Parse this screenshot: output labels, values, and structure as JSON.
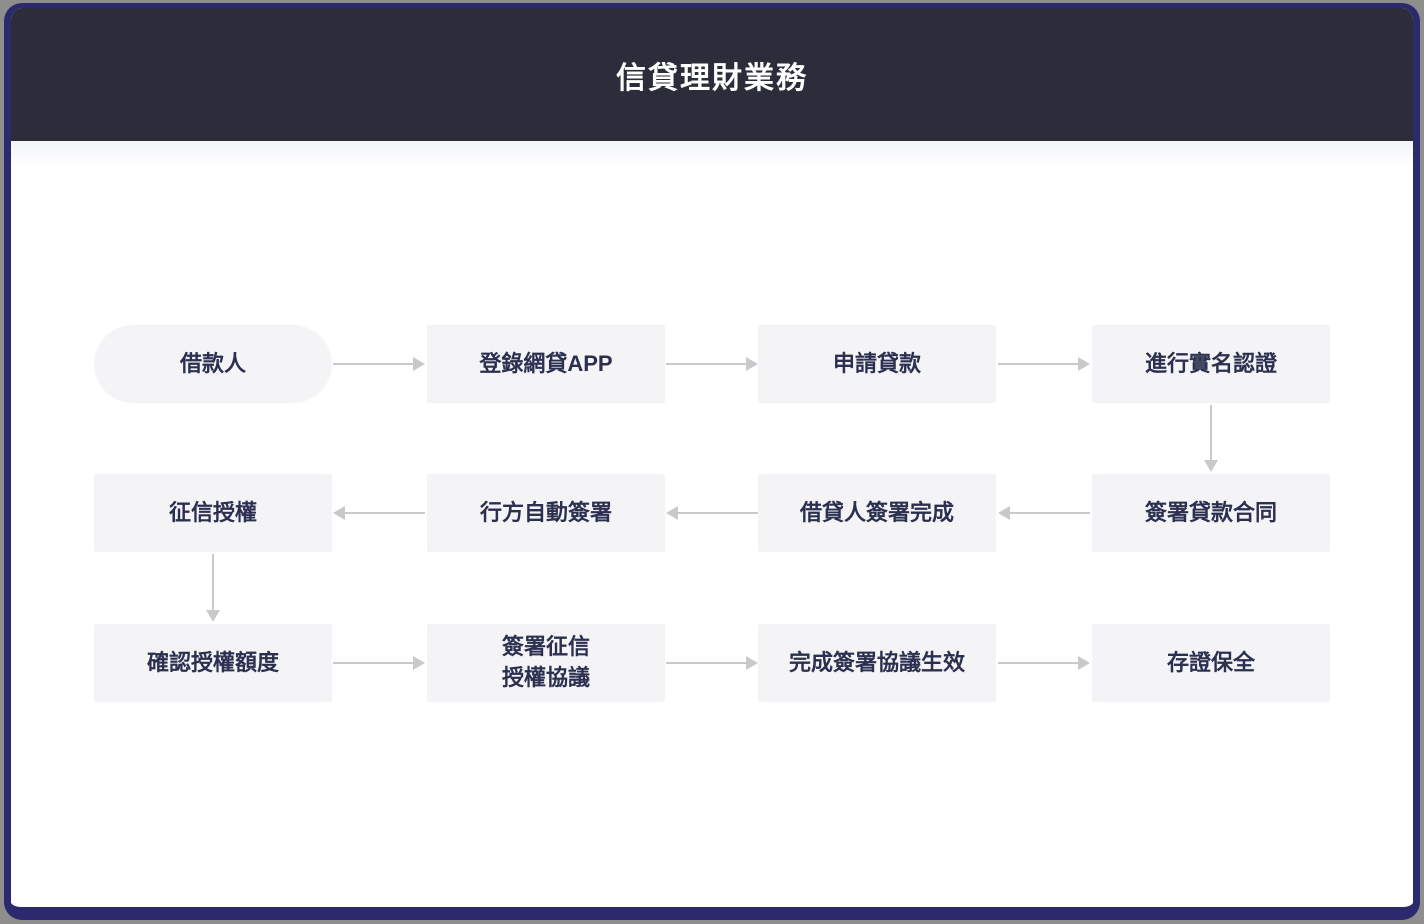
{
  "header": {
    "title": "信貸理財業務"
  },
  "flow": {
    "nodes": [
      {
        "id": "borrower",
        "label": "借款人",
        "shape": "pill"
      },
      {
        "id": "login-app",
        "label": "登錄網貸APP",
        "shape": "rect"
      },
      {
        "id": "apply-loan",
        "label": "申請貸款",
        "shape": "rect"
      },
      {
        "id": "real-name-auth",
        "label": "進行實名認證",
        "shape": "rect"
      },
      {
        "id": "sign-loan-contract",
        "label": "簽署貸款合同",
        "shape": "rect"
      },
      {
        "id": "borrower-sign-complete",
        "label": "借貸人簽署完成",
        "shape": "rect"
      },
      {
        "id": "bank-auto-sign",
        "label": "行方自動簽署",
        "shape": "rect"
      },
      {
        "id": "credit-auth",
        "label": "征信授權",
        "shape": "rect"
      },
      {
        "id": "confirm-credit-limit",
        "label": "確認授權額度",
        "shape": "rect"
      },
      {
        "id": "sign-credit-auth-agreement",
        "label": "簽署征信\n授權協議",
        "shape": "rect"
      },
      {
        "id": "agreement-effective",
        "label": "完成簽署協議生效",
        "shape": "rect"
      },
      {
        "id": "evidence-preservation",
        "label": "存證保全",
        "shape": "rect"
      }
    ],
    "edges": [
      {
        "from": "borrower",
        "to": "login-app",
        "direction": "right"
      },
      {
        "from": "login-app",
        "to": "apply-loan",
        "direction": "right"
      },
      {
        "from": "apply-loan",
        "to": "real-name-auth",
        "direction": "right"
      },
      {
        "from": "real-name-auth",
        "to": "sign-loan-contract",
        "direction": "down"
      },
      {
        "from": "sign-loan-contract",
        "to": "borrower-sign-complete",
        "direction": "left"
      },
      {
        "from": "borrower-sign-complete",
        "to": "bank-auto-sign",
        "direction": "left"
      },
      {
        "from": "bank-auto-sign",
        "to": "credit-auth",
        "direction": "left"
      },
      {
        "from": "credit-auth",
        "to": "confirm-credit-limit",
        "direction": "down"
      },
      {
        "from": "confirm-credit-limit",
        "to": "sign-credit-auth-agreement",
        "direction": "right"
      },
      {
        "from": "sign-credit-auth-agreement",
        "to": "agreement-effective",
        "direction": "right"
      },
      {
        "from": "agreement-effective",
        "to": "evidence-preservation",
        "direction": "right"
      }
    ]
  },
  "colors": {
    "frame_border": "#2a2a6c",
    "header_bg": "#2b2e3a",
    "title_text": "#ffffff",
    "node_bg": "#f4f4f7",
    "node_text": "#2c3050",
    "arrow": "#c9c9cb",
    "outer_bg": "#8e8e8e"
  }
}
